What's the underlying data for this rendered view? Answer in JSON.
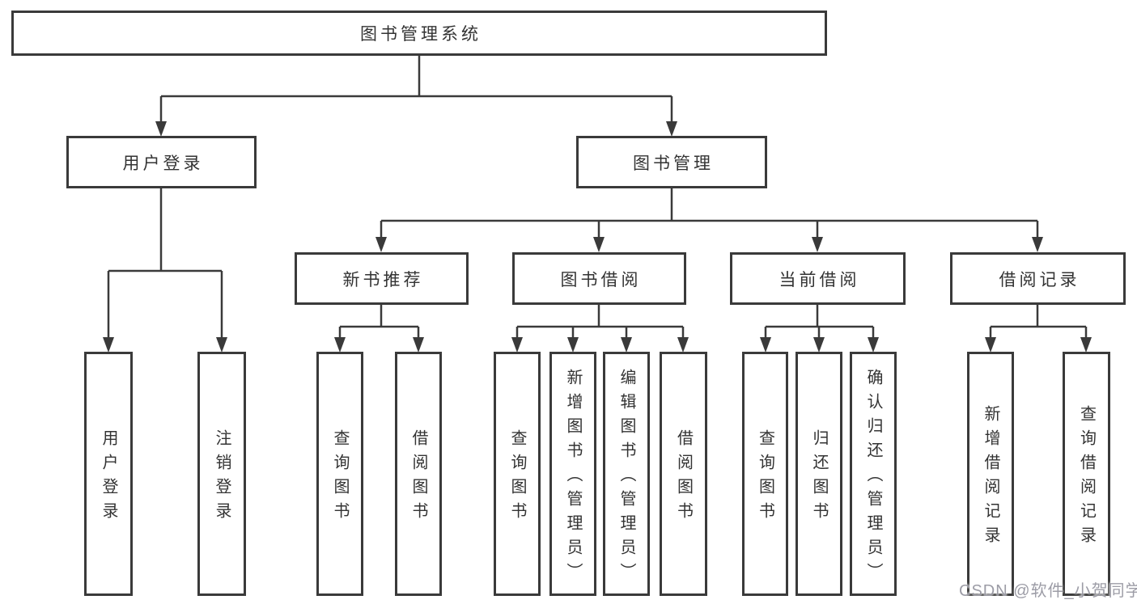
{
  "root": {
    "label": "图书管理系统"
  },
  "branches": [
    {
      "label": "用户登录",
      "children": [
        {
          "label": "用户登录"
        },
        {
          "label": "注销登录"
        }
      ]
    },
    {
      "label": "图书管理",
      "children": [
        {
          "label": "新书推荐",
          "children": [
            {
              "label": "查询图书"
            },
            {
              "label": "借阅图书"
            }
          ]
        },
        {
          "label": "图书借阅",
          "children": [
            {
              "label": "查询图书"
            },
            {
              "label": "新增图书（管理员）"
            },
            {
              "label": "编辑图书（管理员）"
            },
            {
              "label": "借阅图书"
            }
          ]
        },
        {
          "label": "当前借阅",
          "children": [
            {
              "label": "查询图书"
            },
            {
              "label": "归还图书"
            },
            {
              "label": "确认归还（管理员）"
            }
          ]
        },
        {
          "label": "借阅记录",
          "children": [
            {
              "label": "新增借阅记录"
            },
            {
              "label": "查询借阅记录"
            }
          ]
        }
      ]
    }
  ],
  "watermark": {
    "text": "CSDN @软件_小贺同学"
  },
  "colors": {
    "line": "#3a3a3a",
    "box_border": "#3a3a3a",
    "text": "#333333",
    "background": "#ffffff",
    "watermark": "#94949e"
  }
}
